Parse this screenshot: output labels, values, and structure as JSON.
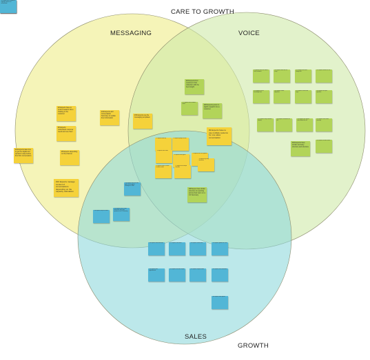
{
  "labels": {
    "top": "CARE TO GROWTH",
    "bottom": "GROWTH",
    "messaging": "MESSAGING",
    "voice": "VOICE",
    "sales": "SALES"
  },
  "colors": {
    "messaging_circle": "#f3f1a6",
    "voice_circle": "#cfeaa9",
    "sales_circle": "#8fd8dc",
    "yellow_note": "#f5d23a",
    "green_note": "#b2d459",
    "blue_note": "#52b6d6"
  },
  "notes": [
    {
      "text": "#3 Experts have to remind readers when chatting to the customer",
      "color": "yellow",
      "size": "md"
    },
    {
      "text": "#5 Experts understand customer needs and use them",
      "color": "yellow",
      "size": "md"
    },
    {
      "text": "#8 Experts depending on the channel",
      "color": "yellow",
      "size": "md"
    },
    {
      "text": "#10 Experts manage context of conversations depending on the capacity calculation",
      "color": "yellow",
      "size": "lg"
    },
    {
      "text": "#12 Experts take time to get the digital and dynamic ready before their first conversation",
      "color": "yellow",
      "size": "md"
    },
    {
      "text": "#13 Experts add Conversation Summary to update their information",
      "color": "yellow",
      "size": "md"
    },
    {
      "text": "#15 Experts use the messaging templates",
      "color": "yellow",
      "size": "md"
    },
    {
      "text": "#9 Experts tailor their advice to the customer",
      "color": "green",
      "size": "sm"
    },
    {
      "text": "#10 Experts follow the call script",
      "color": "green",
      "size": "sm"
    },
    {
      "text": "#11 Experts take notes during calls",
      "color": "green",
      "size": "sm"
    },
    {
      "text": "#12 Experts transfer the call",
      "color": "green",
      "size": "sm"
    },
    {
      "text": "#13 Experts use the knowledge base",
      "color": "green",
      "size": "sm"
    },
    {
      "text": "#14 Experts handle objections",
      "color": "green",
      "size": "sm"
    },
    {
      "text": "#15 Experts confirm next steps",
      "color": "green",
      "size": "sm"
    },
    {
      "text": "#16 Experts ask open questions",
      "color": "green",
      "size": "sm"
    },
    {
      "text": "#17 Experts verify customer identity",
      "color": "green",
      "size": "sm"
    },
    {
      "text": "#18 Experts summarise the call",
      "color": "green",
      "size": "sm"
    },
    {
      "text": "#20 Experts take mental notes before the call",
      "color": "green",
      "size": "sm"
    },
    {
      "text": "#21 Experts have similar summary",
      "color": "green",
      "size": "sm"
    },
    {
      "text": "#22 Experts have similar summary structure and structure",
      "color": "green",
      "size": "md"
    },
    {
      "text": "#23 Experts escalate issues",
      "color": "green",
      "size": "sm"
    },
    {
      "text": "#24 Experts find customer's first collection with the best insight",
      "color": "green",
      "size": "md"
    },
    {
      "text": "#26 Experts prefer in depth research into a customer",
      "color": "green",
      "size": "md"
    },
    {
      "text": "#27 Experts track customer mood",
      "color": "green",
      "size": "sm"
    },
    {
      "text": "#1 Experts follow up",
      "color": "yellow",
      "size": "sm"
    },
    {
      "text": "#2 Experts qualify the lead",
      "color": "yellow",
      "size": "sm"
    },
    {
      "text": "#3 Experts share offers",
      "color": "yellow",
      "size": "sm"
    },
    {
      "text": "#4 Experts build rapport",
      "color": "yellow",
      "size": "sm"
    },
    {
      "text": "#5 Experts track their pipeline",
      "color": "yellow",
      "size": "sm"
    },
    {
      "text": "#6 Experts need to confirm customer needs",
      "color": "yellow",
      "size": "sm"
    },
    {
      "text": "#7 Experts use multiple channels",
      "color": "yellow",
      "size": "sm"
    },
    {
      "text": "#8 Experts log every interaction",
      "color": "yellow",
      "size": "sm"
    },
    {
      "text": "#9 Experts have to use multiple systems for one sales conversation",
      "color": "yellow",
      "size": "lg"
    },
    {
      "text": "#28 Expert has similar structure to reporting across their team on a CF Summary",
      "color": "green",
      "size": "md"
    },
    {
      "text": "#33 Experts learn their own sales and recognise Messages in Sales",
      "color": "blue",
      "size": "sm"
    },
    {
      "text": "#34 Experts keep their notes",
      "color": "blue",
      "size": "sm"
    },
    {
      "text": "#35 Experts have to copy information from other systems in the CF Summary",
      "color": "blue",
      "size": "sm"
    },
    {
      "text": "#36 Experts send follow-ups",
      "color": "blue",
      "size": "sm"
    },
    {
      "text": "#37 Experts close deals",
      "color": "blue",
      "size": "sm"
    },
    {
      "text": "#38 Experts review offers",
      "color": "blue",
      "size": "sm"
    },
    {
      "text": "#39 Experts update the CRM",
      "color": "blue",
      "size": "sm"
    },
    {
      "text": "#40 Experts book appointments",
      "color": "blue",
      "size": "sm"
    },
    {
      "text": "#41 Experts use sales scripts",
      "color": "blue",
      "size": "sm"
    },
    {
      "text": "#42 Experts compare offers",
      "color": "blue",
      "size": "sm"
    },
    {
      "text": "#43 Experts track conversion",
      "color": "blue",
      "size": "sm"
    },
    {
      "text": "#44 Experts share quotes",
      "color": "blue",
      "size": "sm"
    },
    {
      "text": "#45 Experts request approval",
      "color": "blue",
      "size": "sm"
    },
    {
      "text": "#46 Experts handle upsell",
      "color": "blue",
      "size": "sm"
    },
    {
      "text": "#47 Expert runs 5 minutes of ongoing contacts in a conversation",
      "color": "blue",
      "size": "sm"
    }
  ]
}
